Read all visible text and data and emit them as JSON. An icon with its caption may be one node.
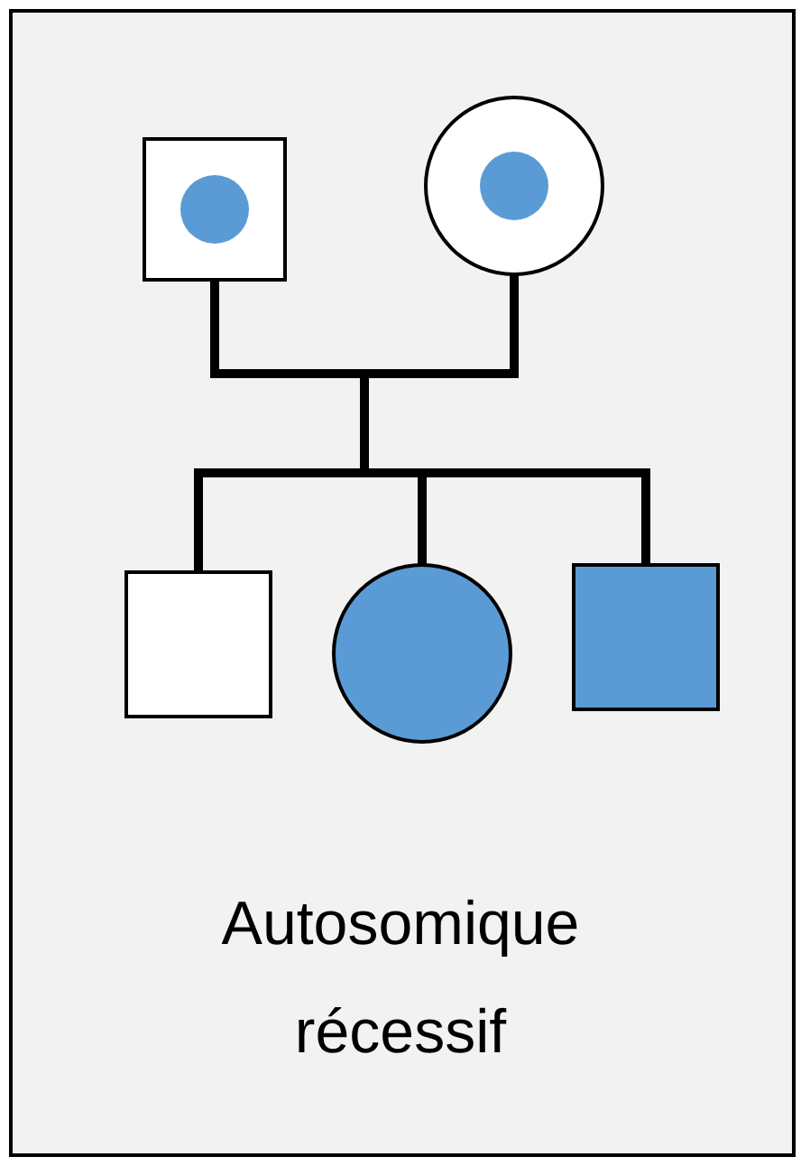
{
  "diagram": {
    "nodes": [
      {
        "text": [],
        "shape": "box"
      },
      {
        "text": [],
        "shape": "circle"
      },
      {
        "text": [],
        "shape": "box"
      },
      {
        "text": [],
        "shape": "circle"
      },
      {
        "text": [],
        "shape": "box"
      }
    ],
    "edges": [
      {
        "from": 0,
        "to": 2,
        "arrow": "none"
      },
      {
        "from": 0,
        "to": 3,
        "arrow": "none"
      },
      {
        "from": 0,
        "to": 4,
        "arrow": "none"
      },
      {
        "from": 1,
        "to": 2,
        "arrow": "none"
      },
      {
        "from": 1,
        "to": 3,
        "arrow": "none"
      },
      {
        "from": 1,
        "to": 4,
        "arrow": "none"
      }
    ],
    "labels": [
      "Autosomique récessif"
    ]
  }
}
